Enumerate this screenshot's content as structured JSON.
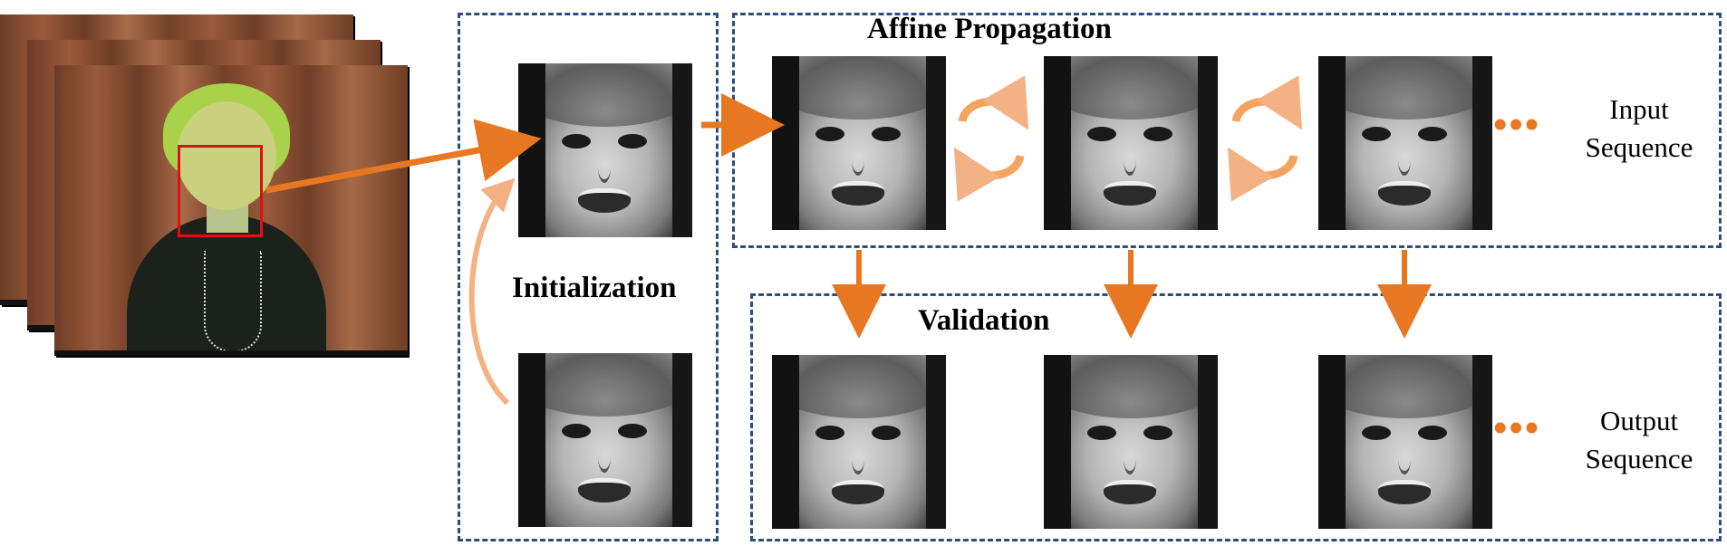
{
  "panels": {
    "initialization": {
      "title": "Initialization"
    },
    "affine_propagation": {
      "title": "Affine Propagation"
    },
    "validation": {
      "title": "Validation"
    }
  },
  "labels": {
    "input": "Input\nSequence",
    "output": "Output\nSequence",
    "ellipsis": "•••"
  },
  "colors": {
    "arrow": "#e87722",
    "panel_border": "#2d4d7c",
    "face_box": "#e01010"
  }
}
